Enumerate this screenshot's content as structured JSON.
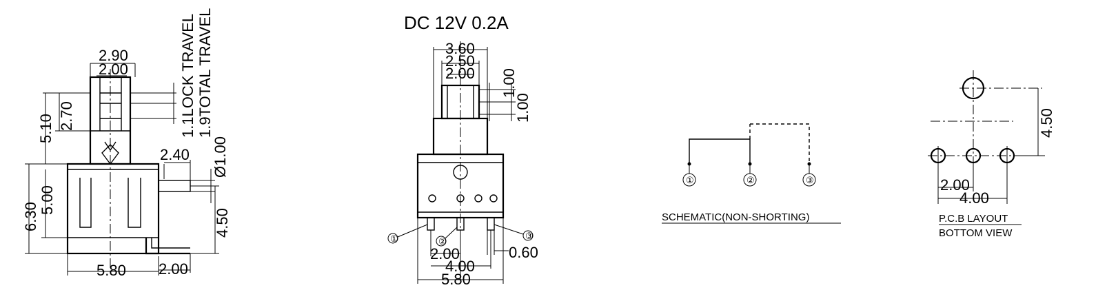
{
  "rating": "DC  12V  0.2A",
  "side_view": {
    "dims": {
      "width_top_outer": "2.90",
      "width_top_inner": "2.00",
      "height_5_10": "5.10",
      "height_2_70": "2.70",
      "lock_travel": "1.1LOCK TRAVEL",
      "total_travel": "1.9TOTAL TRAVEL",
      "pin_len_2_40": "2.40",
      "pin_dia": "Ø1.00",
      "height_6_30": "6.30",
      "height_5_00": "5.00",
      "height_4_50": "4.50",
      "width_5_80": "5.80",
      "foot_2_00": "2.00"
    }
  },
  "front_view": {
    "dims": {
      "w_3_60": "3.60",
      "w_2_50": "2.50",
      "w_2_00": "2.00",
      "h_1_00_a": "1.00",
      "h_1_00_b": "1.00",
      "pitch_2_00": "2.00",
      "pitch_4_00": "4.00",
      "width_5_80": "5.80",
      "pin_0_60": "0.60"
    },
    "pins": [
      "①",
      "②",
      "③"
    ]
  },
  "schematic": {
    "pins": [
      "①",
      "②",
      "③"
    ],
    "caption": "SCHEMATIC(NON-SHORTING)"
  },
  "pcb_layout": {
    "dims": {
      "pitch_2_00": "2.00",
      "pitch_4_00": "4.00",
      "offset_4_50": "4.50"
    },
    "caption_line1": "P.C.B LAYOUT",
    "caption_line2": "BOTTOM VIEW"
  }
}
